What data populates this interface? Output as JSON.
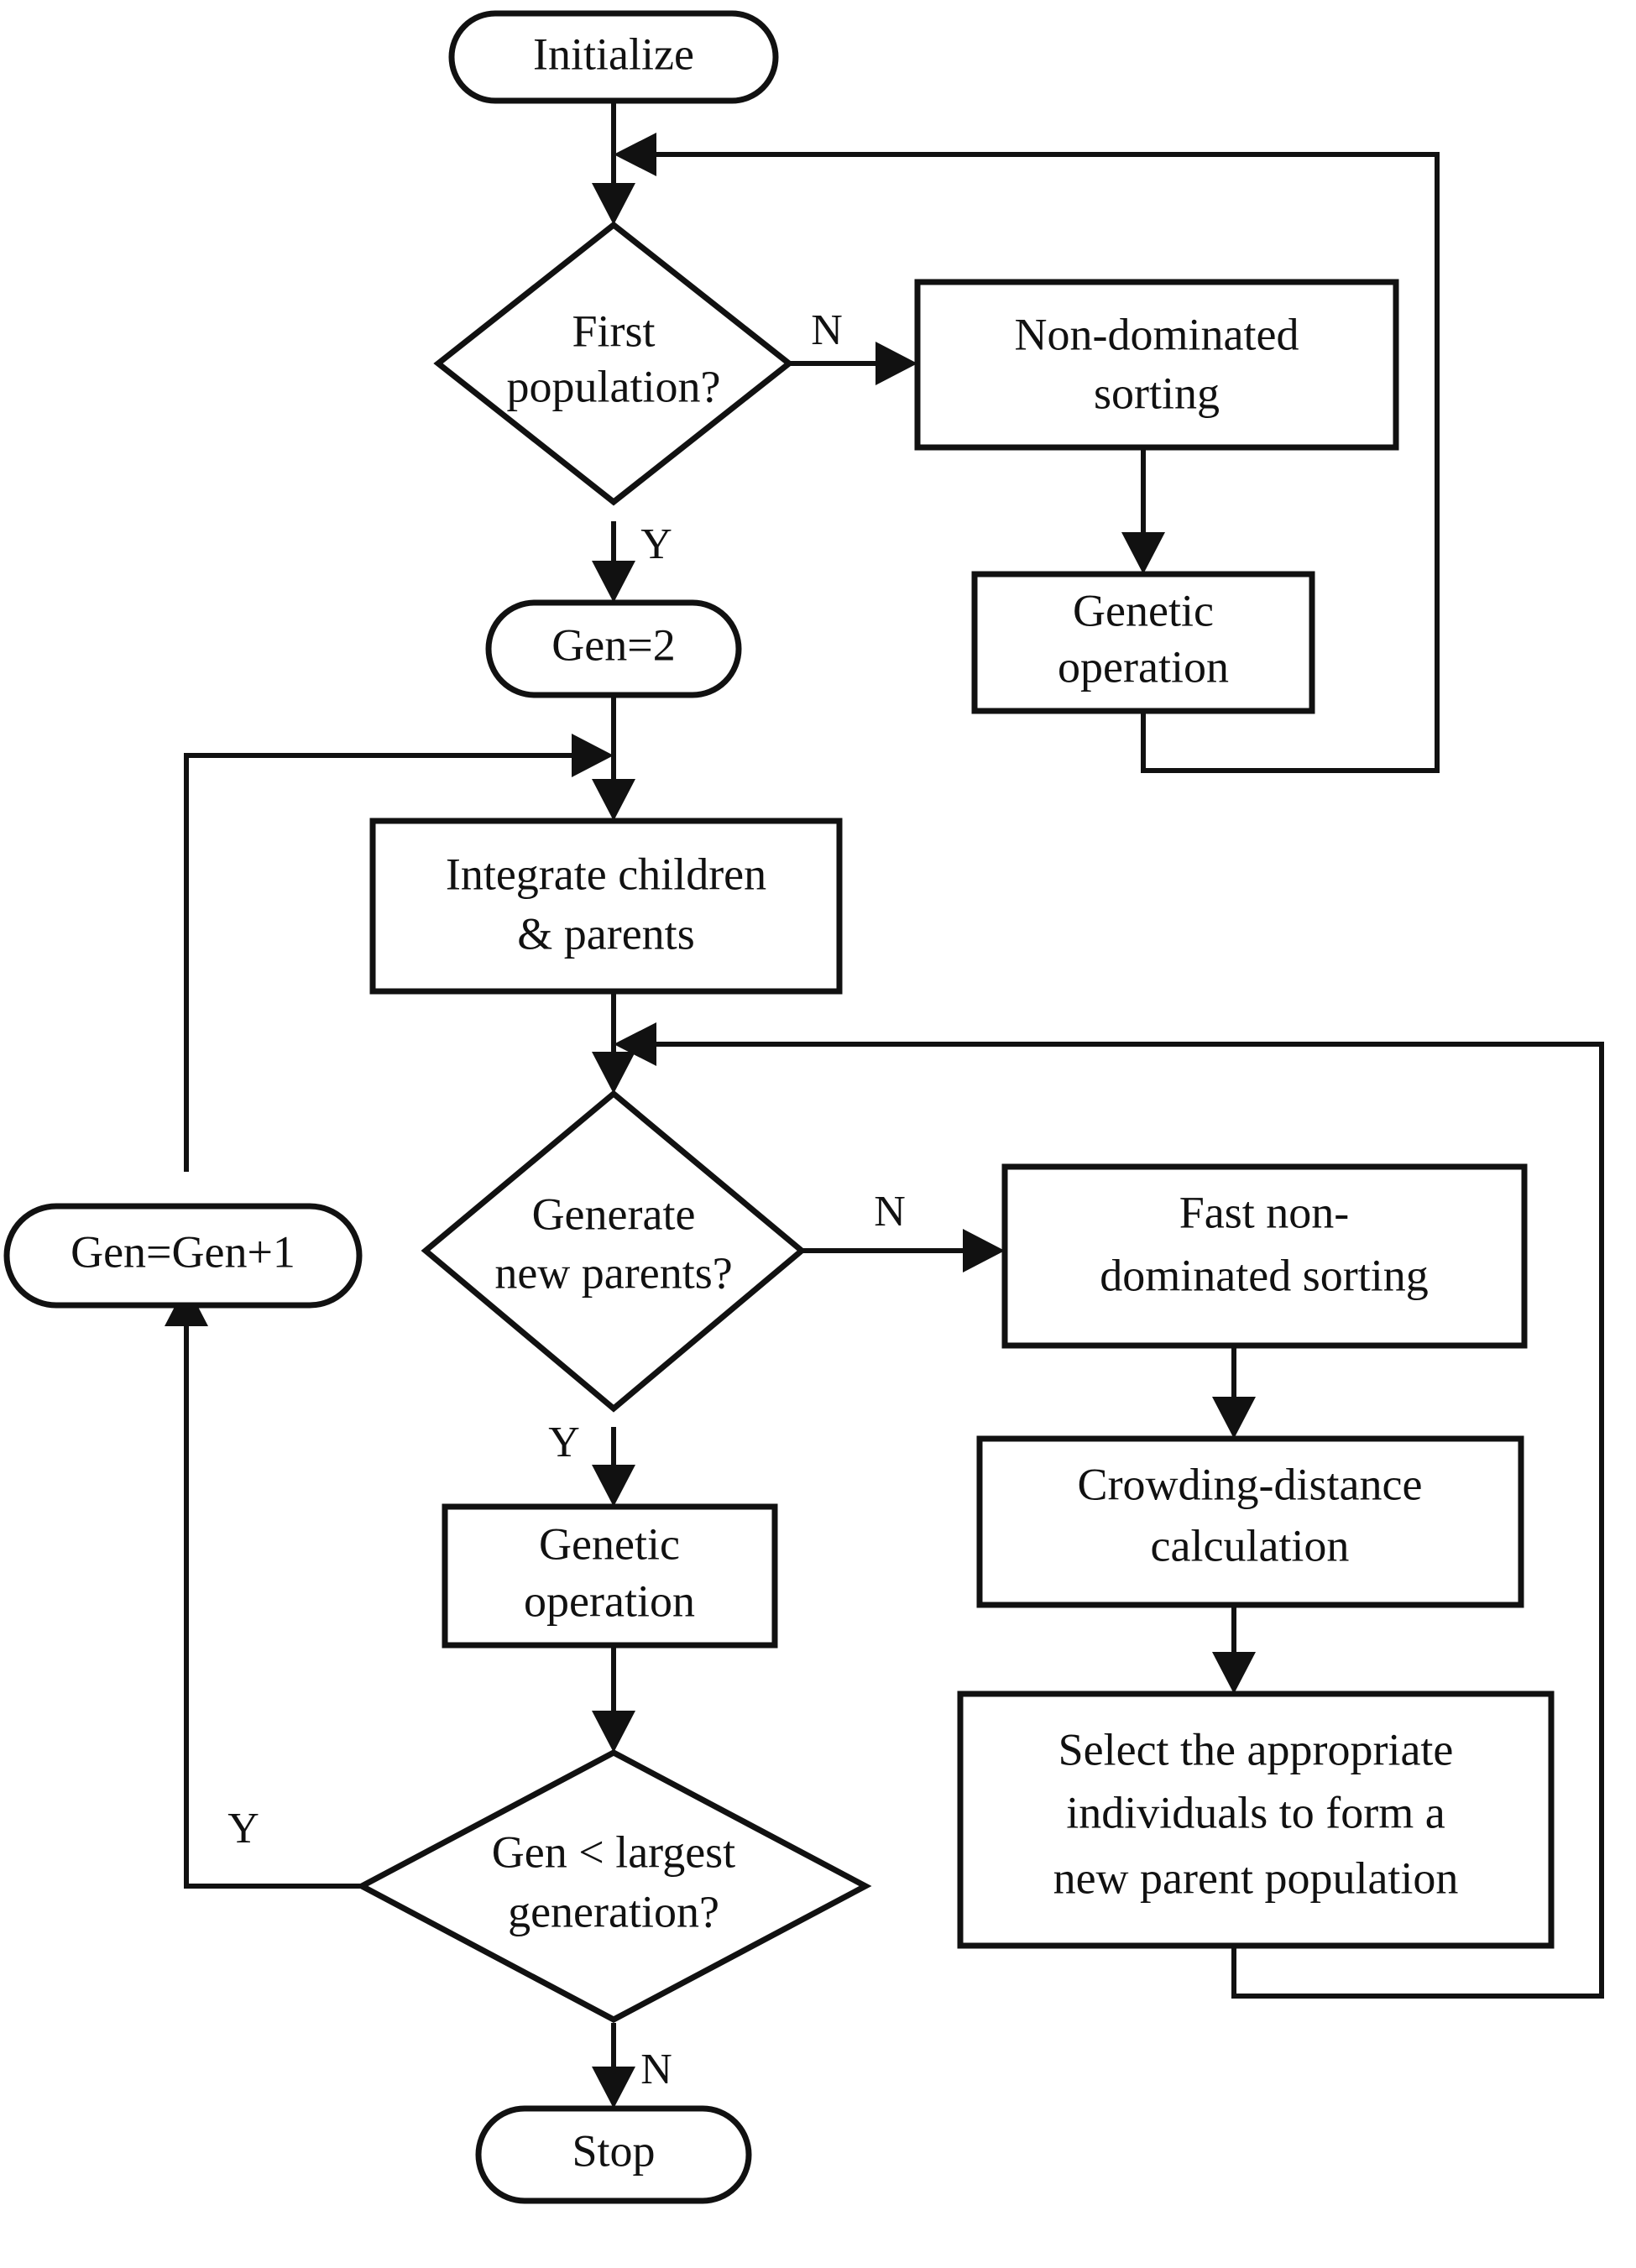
{
  "diagram": {
    "title": "NSGA-II flowchart",
    "background_color": "#ffffff",
    "line_color": "#111111",
    "fill_color": "#ffffff"
  },
  "nodes": {
    "initialize": {
      "label": "Initialize",
      "shape": "terminator"
    },
    "first_population": {
      "label_line1": "First",
      "label_line2": "population?",
      "shape": "decision"
    },
    "non_dominated_sorting": {
      "label_line1": "Non-dominated",
      "label_line2": "sorting",
      "shape": "process"
    },
    "genetic_operation_top": {
      "label_line1": "Genetic",
      "label_line2": "operation",
      "shape": "process"
    },
    "gen_equals_2": {
      "label": "Gen=2",
      "shape": "terminator"
    },
    "integrate": {
      "label_line1": "Integrate children",
      "label_line2": "& parents",
      "shape": "process"
    },
    "generate_new_parents": {
      "label_line1": "Generate",
      "label_line2": "new parents?",
      "shape": "decision"
    },
    "gen_increment": {
      "label": "Gen=Gen+1",
      "shape": "terminator"
    },
    "fast_non_dominated_sorting": {
      "label_line1": "Fast non-",
      "label_line2": "dominated sorting",
      "shape": "process"
    },
    "crowding_distance": {
      "label_line1": "Crowding-distance",
      "label_line2": "calculation",
      "shape": "process"
    },
    "select_individuals": {
      "label_line1": "Select the appropriate",
      "label_line2": "individuals to form a",
      "label_line3": "new parent population",
      "shape": "process"
    },
    "genetic_operation_mid": {
      "label_line1": "Genetic",
      "label_line2": "operation",
      "shape": "process"
    },
    "gen_less_than": {
      "label_line1": "Gen < largest",
      "label_line2": "generation?",
      "shape": "decision"
    },
    "stop": {
      "label": "Stop",
      "shape": "terminator"
    }
  },
  "edge_labels": {
    "first_population_no": "N",
    "first_population_yes": "Y",
    "generate_new_parents_no": "N",
    "generate_new_parents_yes": "Y",
    "gen_less_yes": "Y",
    "gen_less_no": "N"
  }
}
